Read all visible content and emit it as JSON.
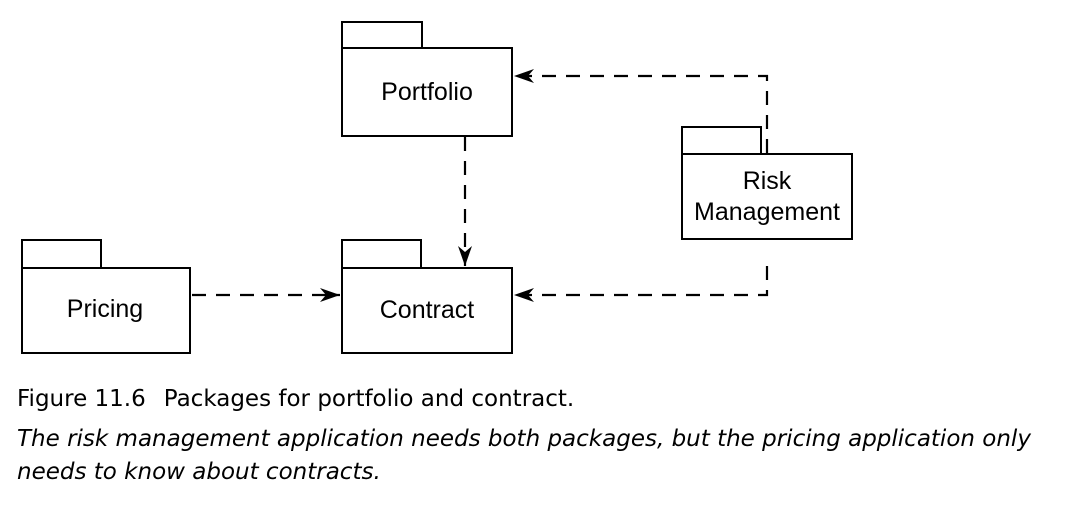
{
  "packages": {
    "portfolio": "Portfolio",
    "risk_line1": "Risk",
    "risk_line2": "Management",
    "pricing": "Pricing",
    "contract": "Contract"
  },
  "caption": {
    "figure_number": "Figure 11.6",
    "figure_title": "Packages for portfolio and contract.",
    "description": "The risk management application needs both packages, but the pricing application only needs to know about contracts."
  }
}
